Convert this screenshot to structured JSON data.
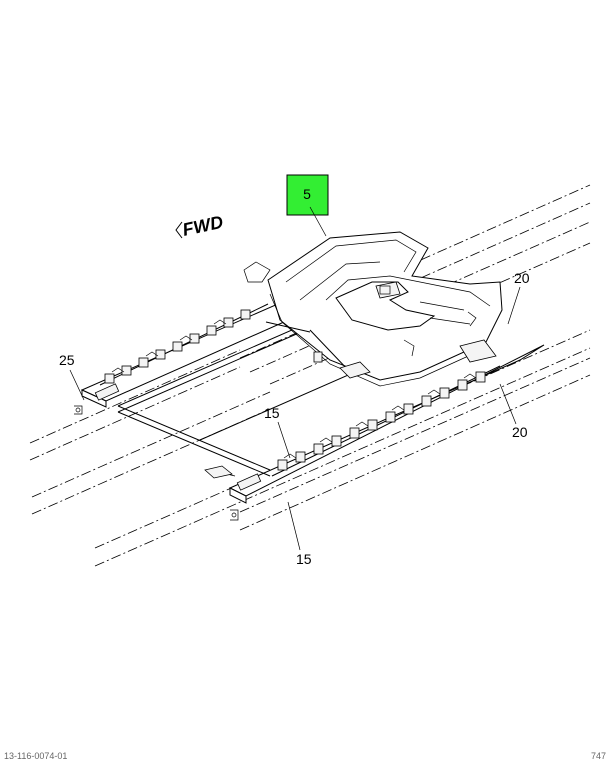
{
  "diagram": {
    "direction_label": "FWD",
    "callouts": [
      {
        "id": "callout-5",
        "text": "5",
        "highlighted": true
      },
      {
        "id": "callout-20-upper",
        "text": "20"
      },
      {
        "id": "callout-20-lower",
        "text": "20"
      },
      {
        "id": "callout-25",
        "text": "25"
      },
      {
        "id": "callout-15-upper",
        "text": "15"
      },
      {
        "id": "callout-15-lower",
        "text": "15"
      }
    ],
    "highlight_color": "#33ee33"
  },
  "footer": {
    "left_code": "13-116-0074-01",
    "right_code": "747"
  }
}
